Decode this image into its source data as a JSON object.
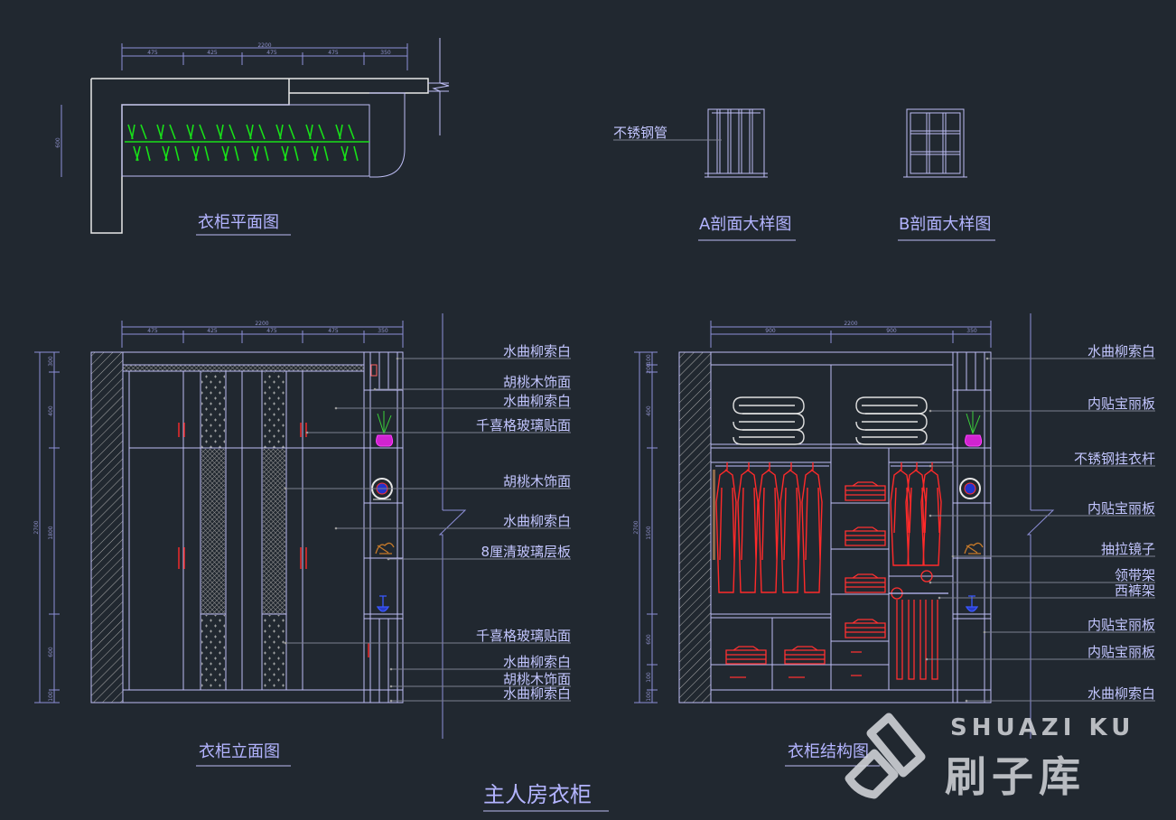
{
  "drawing_title": "主人房衣柜",
  "views": {
    "plan": {
      "title": "衣柜平面图",
      "dims_top": [
        "2200",
        "475",
        "425",
        "475",
        "475",
        "350"
      ],
      "dims_left": [
        "600"
      ]
    },
    "section_a": {
      "title": "A剖面大样图",
      "callout": "不锈钢管"
    },
    "section_b": {
      "title": "B剖面大样图"
    },
    "elevation": {
      "title": "衣柜立面图",
      "dims_top": [
        "2200",
        "475",
        "425",
        "475",
        "475",
        "350"
      ],
      "dims_left": [
        "2700",
        "300",
        "400",
        "1800",
        "600",
        "100",
        "100"
      ],
      "callouts": [
        "水曲柳索白",
        "胡桃木饰面",
        "水曲柳索白",
        "千喜格玻璃贴面",
        "胡桃木饰面",
        "水曲柳索白",
        "8厘清玻璃层板",
        "千喜格玻璃贴面",
        "水曲柳索白",
        "胡桃木饰面",
        "水曲柳索白"
      ]
    },
    "structure": {
      "title": "衣柜结构图",
      "dims_top": [
        "2200",
        "900",
        "900",
        "350"
      ],
      "dims_left": [
        "2700",
        "100",
        "200",
        "400",
        "1500",
        "600",
        "100",
        "100"
      ],
      "callouts": [
        "水曲柳索白",
        "内贴宝丽板",
        "不锈钢挂衣杆",
        "内贴宝丽板",
        "抽拉镜子",
        "领带架",
        "西裤架",
        "内贴宝丽板",
        "内贴宝丽板",
        "水曲柳索白"
      ]
    }
  },
  "watermark": {
    "latin": "SHUAZI KU",
    "chinese": "刷子库"
  },
  "colors": {
    "background": "#212830",
    "linework": "#bdbdf4",
    "title": "#b3b4ff",
    "hanger": "#ff2a2a",
    "hatch": "#18e018"
  }
}
